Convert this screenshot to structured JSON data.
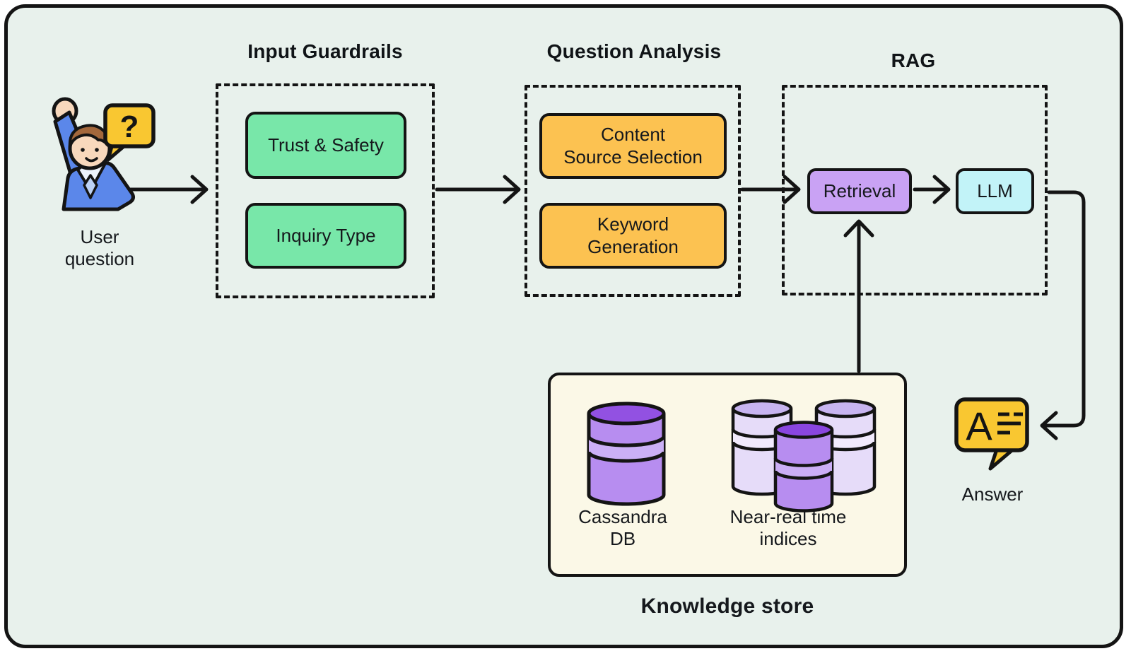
{
  "frame": {
    "background": "#e8f1ec",
    "stroke": "#141414"
  },
  "user": {
    "label": "User\nquestion",
    "question_mark": "?"
  },
  "sections": {
    "input_guardrails": {
      "title": "Input Guardrails",
      "items": [
        {
          "label": "Trust & Safety"
        },
        {
          "label": "Inquiry Type"
        }
      ]
    },
    "question_analysis": {
      "title": "Question Analysis",
      "items": [
        {
          "label": "Content\nSource Selection"
        },
        {
          "label": "Keyword\nGeneration"
        }
      ]
    },
    "rag": {
      "title": "RAG",
      "items": [
        {
          "label": "Retrieval"
        },
        {
          "label": "LLM"
        }
      ]
    }
  },
  "knowledge_store": {
    "title": "Knowledge store",
    "items": [
      {
        "label": "Cassandra\nDB"
      },
      {
        "label": "Near-real time\nindices"
      }
    ]
  },
  "answer": {
    "label": "Answer",
    "glyph": "A"
  },
  "colors": {
    "background": "#e8f1ec",
    "stroke": "#141414",
    "guardrail_green": "#78e7a9",
    "analysis_orange": "#fcc251",
    "retrieval_purple": "#c9a2f4",
    "llm_cyan": "#c2f3f8",
    "knowledge_cream": "#fbf8e7",
    "bubble_yellow": "#f9c731",
    "db_purple_body": "#b78df0",
    "db_purple_top": "#9251e2",
    "db_light_body": "#e6dcf9",
    "db_light_top": "#c7b4f0"
  }
}
